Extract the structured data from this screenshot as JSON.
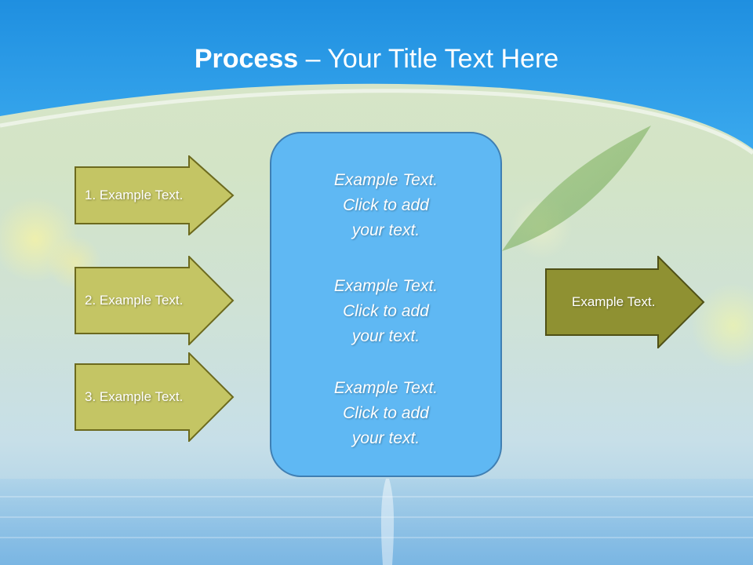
{
  "title": {
    "bold": "Process",
    "rest": " – Your Title Text Here"
  },
  "left_arrows": [
    {
      "label": "1. Example Text."
    },
    {
      "label": "2. Example Text."
    },
    {
      "label": "3. Example Text."
    }
  ],
  "center_box": {
    "items": [
      {
        "lines": [
          "Example Text.",
          "Click  to add",
          "your text."
        ]
      },
      {
        "lines": [
          "Example Text.",
          "Click  to add",
          "your text."
        ]
      },
      {
        "lines": [
          "Example Text.",
          "Click  to add",
          "your text."
        ]
      }
    ]
  },
  "right_arrow": {
    "label": "Example Text."
  },
  "colors": {
    "header_blue": "#2a9fea",
    "left_arrow_fill": "#c4c564",
    "left_arrow_border": "#6c6a1e",
    "right_arrow_fill": "#8f9132",
    "right_arrow_border": "#4f5016",
    "center_box_fill": "#5fb8f3",
    "center_box_border": "#3f7fb3"
  }
}
